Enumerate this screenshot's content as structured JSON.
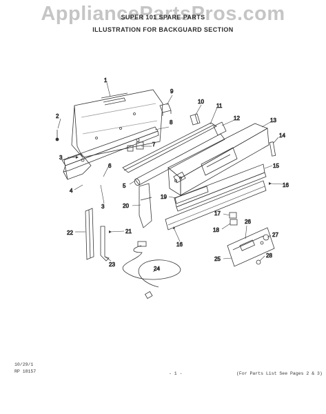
{
  "watermark": "AppliancePartsPros.com",
  "header": {
    "line1": "SUPER 101 SPARE PARTS",
    "line2": "ILLUSTRATION FOR BACKGUARD SECTION"
  },
  "callouts": {
    "c1": "1",
    "c2": "2",
    "c3a": "3",
    "c3b": "3",
    "c4": "4",
    "c5": "5",
    "c6": "6",
    "c7": "7",
    "c8": "8",
    "c9": "9",
    "c10": "10",
    "c11": "11",
    "c12": "12",
    "c13": "13",
    "c14": "14",
    "c15": "15",
    "c16a": "16",
    "c16b": "16",
    "c17": "17",
    "c18": "18",
    "c19": "19",
    "c20": "20",
    "c21": "21",
    "c22": "22",
    "c23": "23",
    "c24": "24",
    "c25": "25",
    "c26": "26",
    "c27": "27",
    "c28": "28"
  },
  "footer": {
    "date": "10/29/1",
    "code": "RP 18157",
    "page": "- 1 -",
    "note": "(For Parts List See Pages 2 & 3)"
  }
}
